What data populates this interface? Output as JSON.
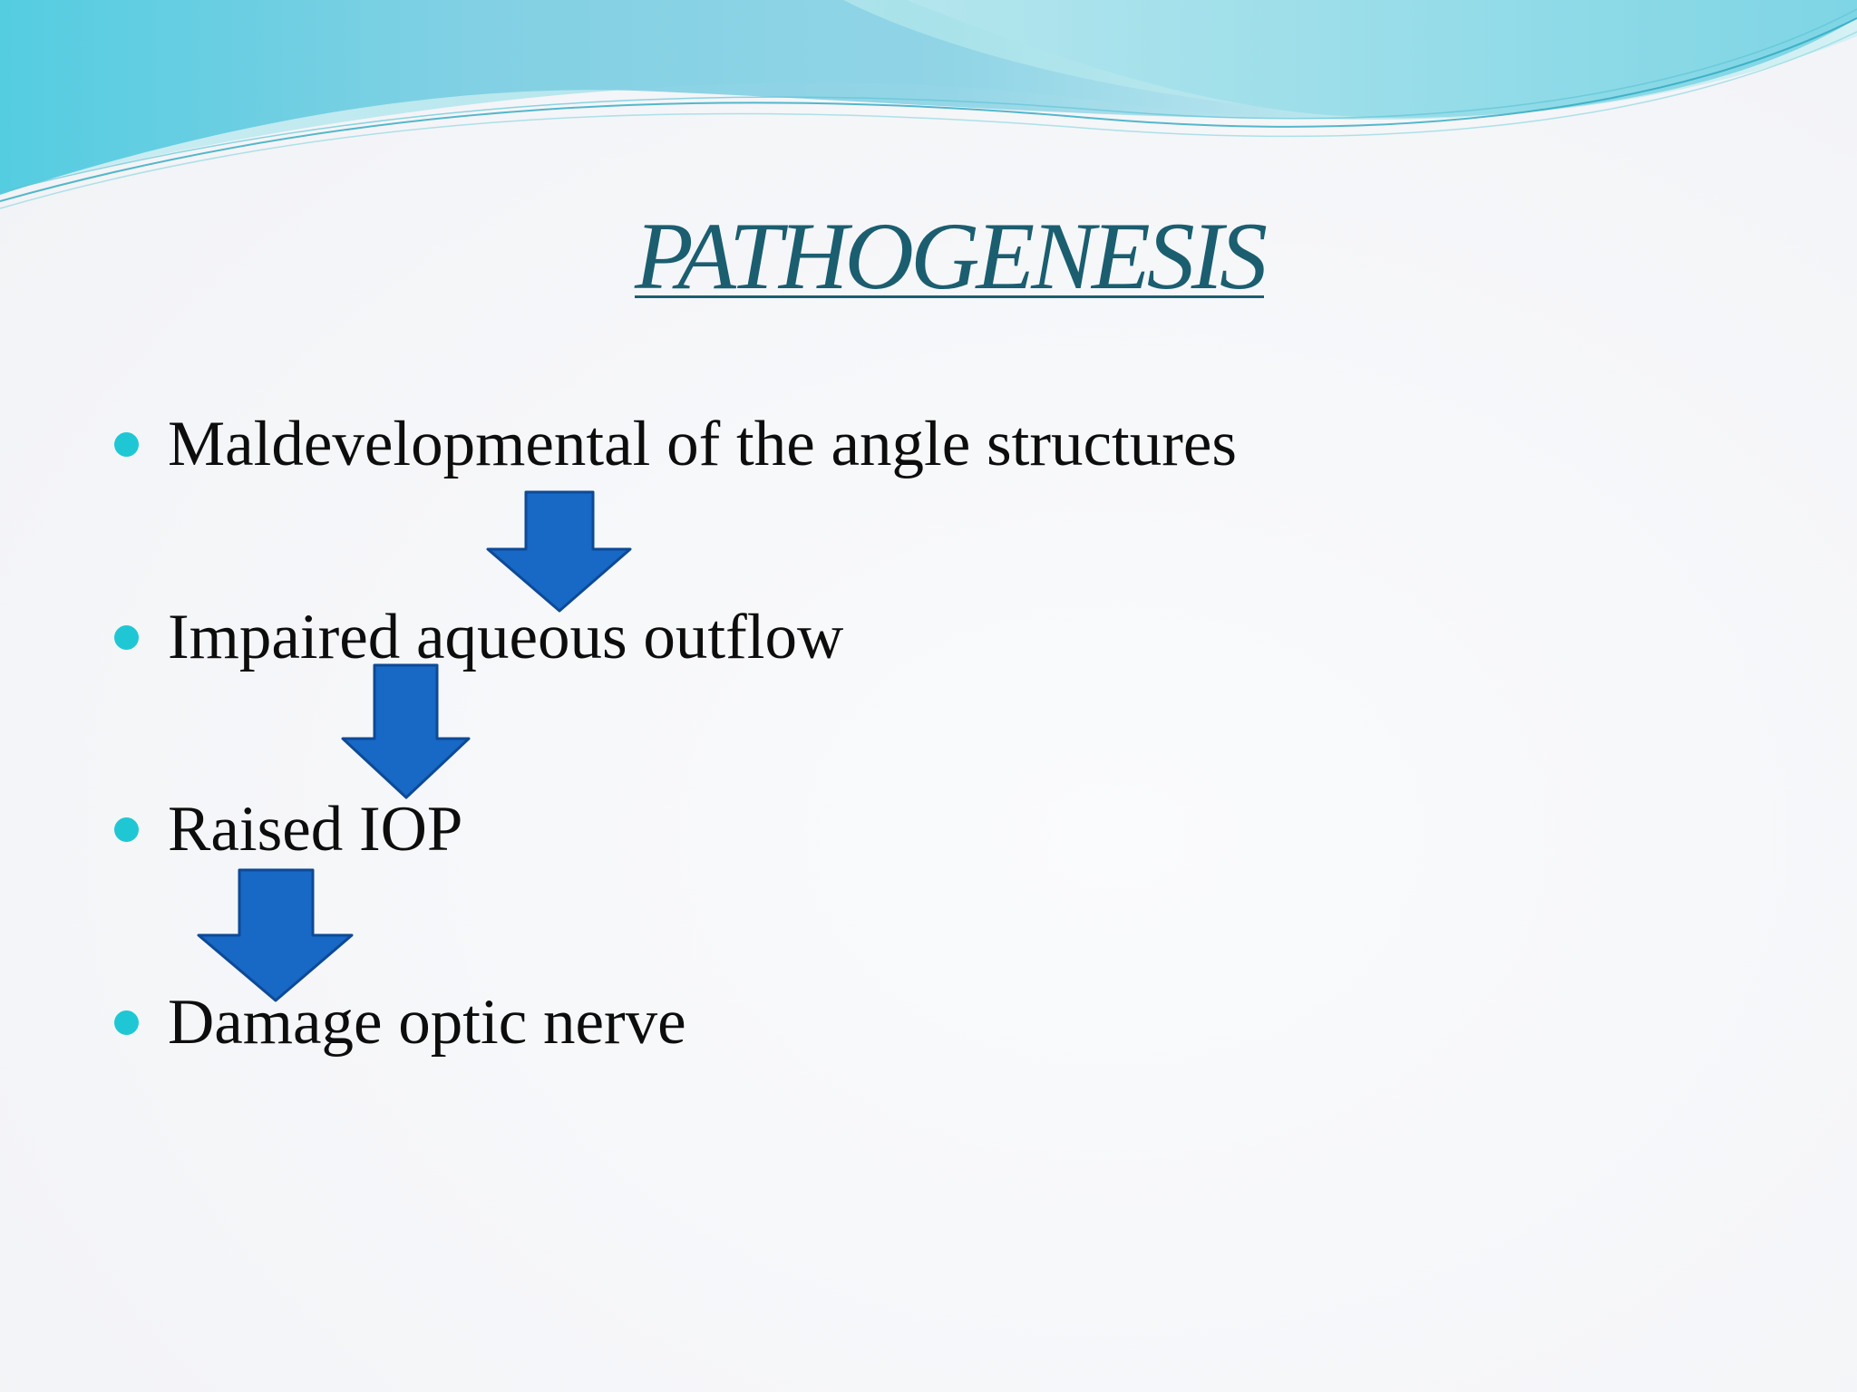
{
  "slide": {
    "title": "PATHOGENESIS",
    "bullets": [
      {
        "text": "Maldevelopmental of the angle structures"
      },
      {
        "text": "Impaired aqueous outflow"
      },
      {
        "text": "Raised IOP"
      },
      {
        "text": "Damage optic nerve"
      }
    ]
  },
  "colors": {
    "title": "#1b5e70",
    "bullet_dot": "#1fc7d4",
    "arrow_fill": "#1868c6",
    "arrow_stroke": "#0d4a96",
    "text": "#0d0d0d",
    "wave_light": "#bfe9ee",
    "wave_mid": "#7fd1e2",
    "wave_dark": "#3cc3d9"
  },
  "icons": {
    "bullet": "bullet-dot-icon",
    "connector": "down-arrow-icon"
  }
}
